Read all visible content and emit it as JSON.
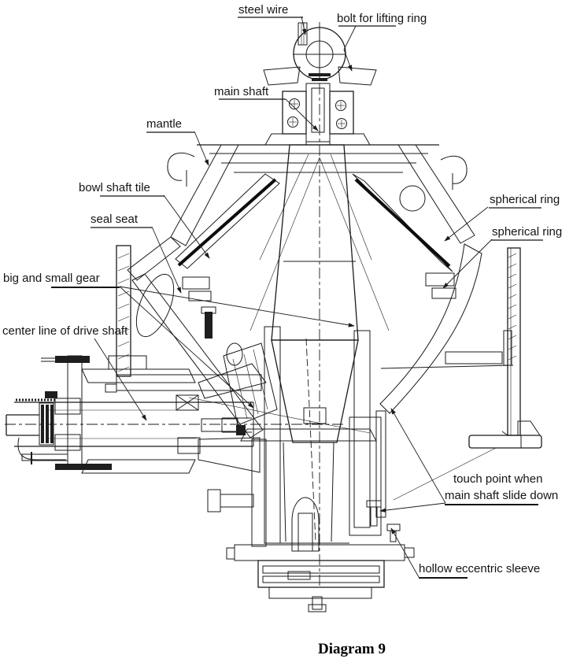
{
  "page": {
    "background": "#ffffff",
    "ink": "#1b1b1b"
  },
  "caption": "Diagram 9",
  "labels": {
    "steel_wire": "steel wire",
    "bolt_for_lifting_ring": "bolt for lifting ring",
    "main_shaft": "main shaft",
    "mantle": "mantle",
    "bowl_shaft_tile": "bowl shaft tile",
    "seal_seat": "seal seat",
    "spherical_ring_upper": "spherical ring",
    "spherical_ring_lower": "spherical ring",
    "big_and_small_gear": "big and small gear",
    "center_line_of_drive_shaft": "center line of drive shaft",
    "touch_point_line_1": "touch point when",
    "touch_point_line_2": "main shaft slide down",
    "hollow_eccentric_sleeve": "hollow eccentric sleeve"
  }
}
